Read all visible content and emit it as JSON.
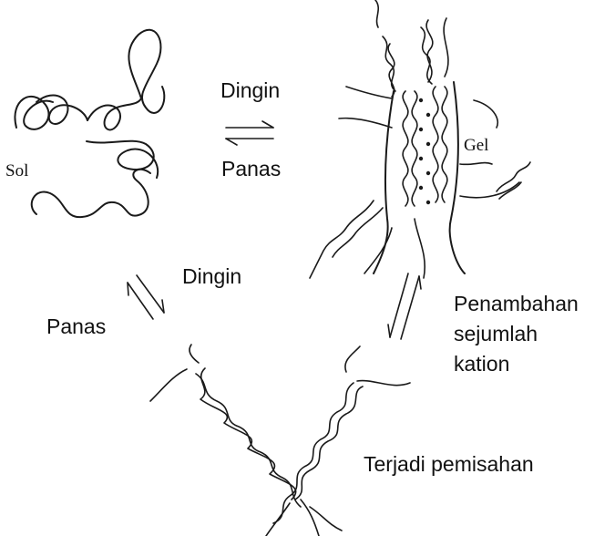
{
  "labels": {
    "sol": "Sol",
    "gel": "Gel",
    "cool_top": "Dingin",
    "heat_top": "Panas",
    "cool_left": "Dingin",
    "heat_left": "Panas",
    "add_cation_1": "Penambahan",
    "add_cation_2": "sejumlah",
    "add_cation_3": "kation",
    "separation": "Terjadi pemisahan"
  },
  "colors": {
    "ink": "#1a1a1a",
    "background": "#ffffff"
  }
}
